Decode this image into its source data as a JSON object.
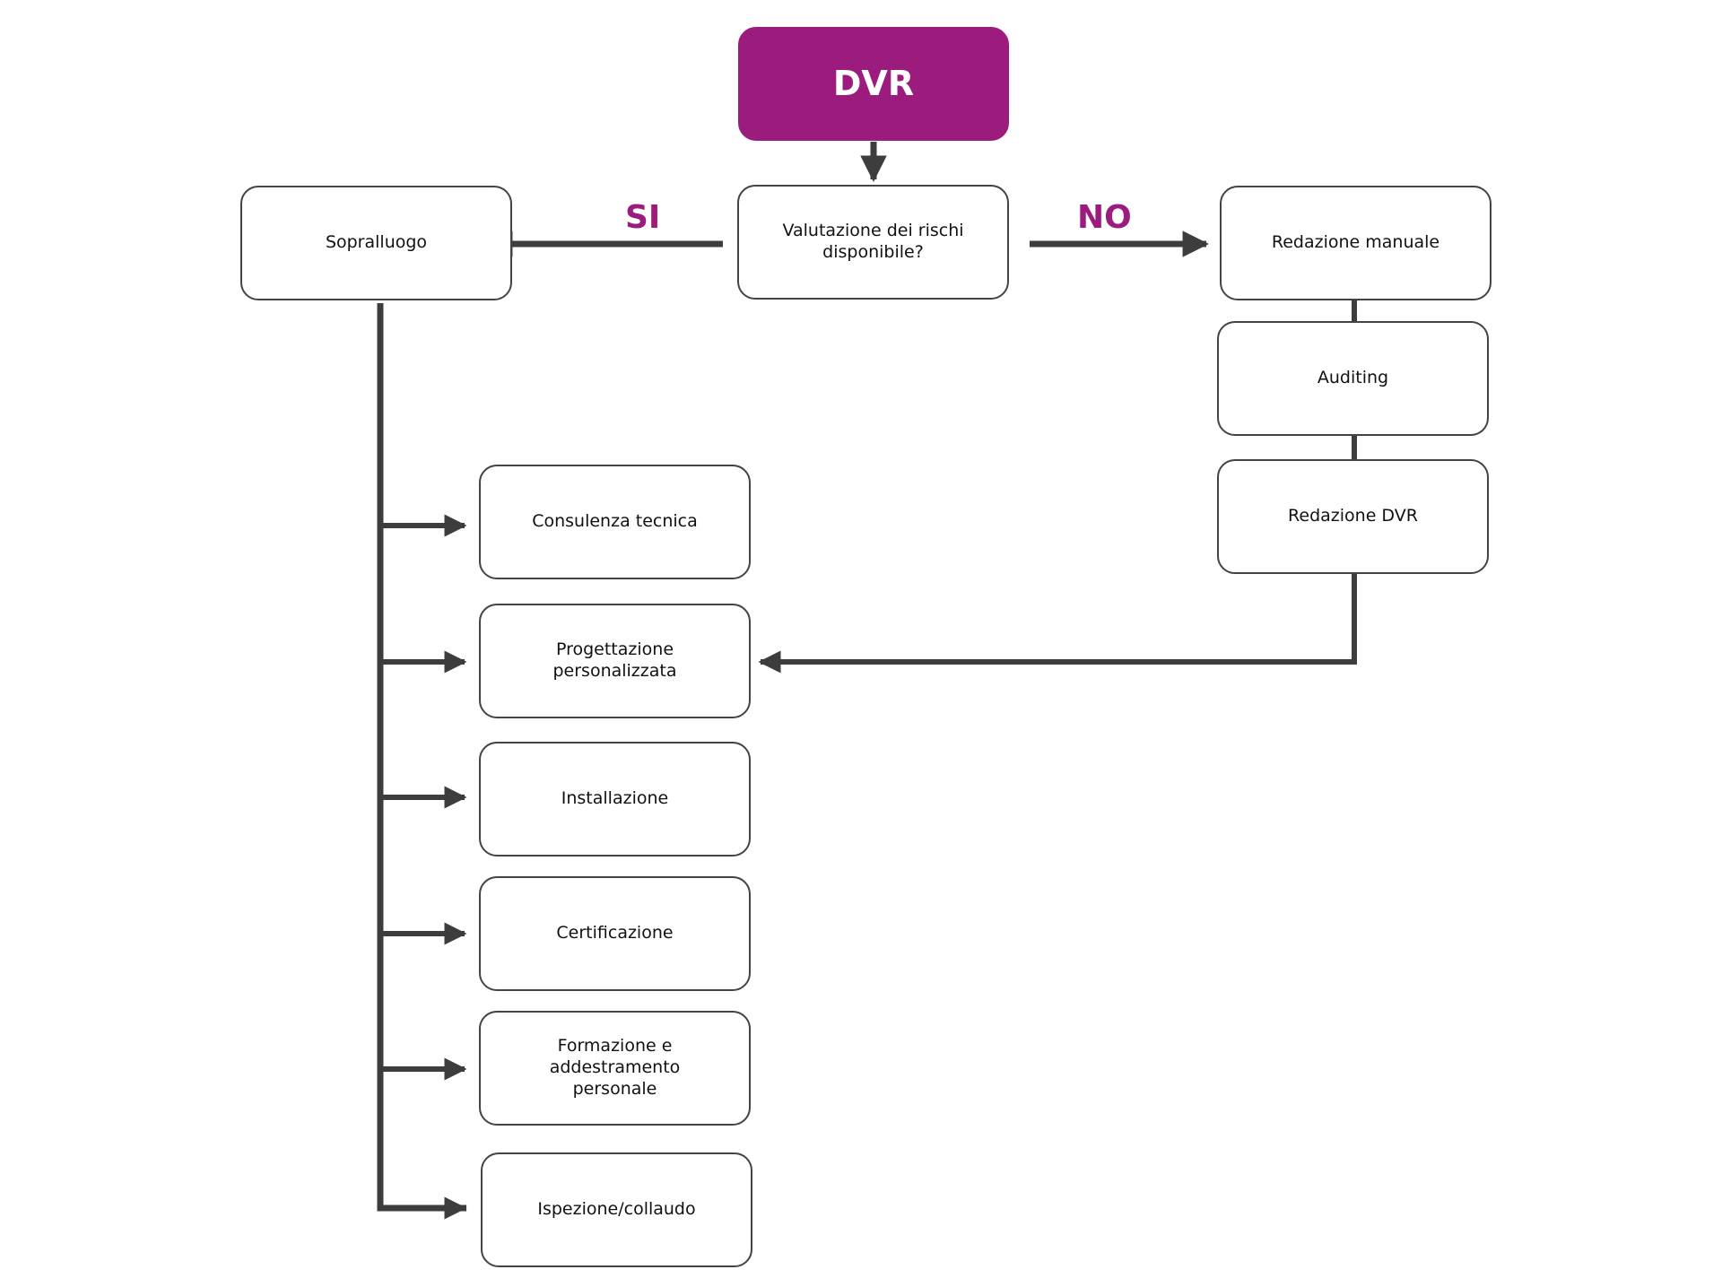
{
  "diagram": {
    "accent_color": "#9c1c7e",
    "line_color": "#3d3d3d",
    "root": {
      "label": "DVR"
    },
    "question": {
      "label": "Valutazione dei rischi\ndisponibile?"
    },
    "branches": {
      "yes_label": "SI",
      "no_label": "NO"
    },
    "yes_path": {
      "first": "Sopralluogo",
      "services": [
        "Consulenza tecnica",
        "Progettazione\npersonalizzata",
        "Installazione",
        "Certificazione",
        "Formazione e\naddestramento\npersonale",
        "Ispezione/collaudo"
      ]
    },
    "no_path": {
      "steps": [
        "Redazione manuale",
        "Auditing",
        "Redazione DVR"
      ],
      "leads_to": "Progettazione\npersonalizzata"
    }
  }
}
